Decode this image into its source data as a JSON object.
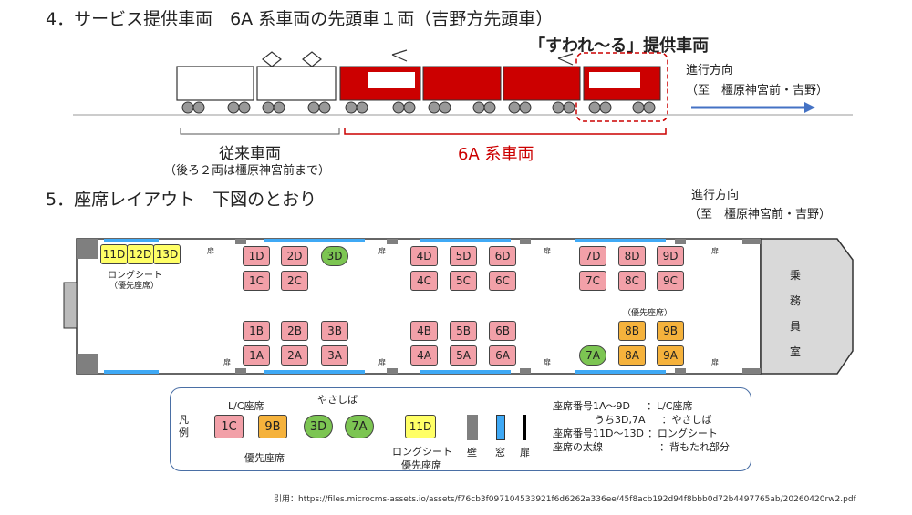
{
  "section4": {
    "title": "4．サービス提供車両　6A 系車両の先頭車１両（吉野方先頭車）",
    "highlight_label": "「すわれ～る」提供車両",
    "direction_label": "進行方向",
    "direction_dest": "（至　橿原神宮前・吉野）",
    "old_cars_label": "従来車両",
    "old_cars_note": "（後ろ２両は橿原神宮前まで）",
    "new_cars_label": "6A 系車両"
  },
  "section5": {
    "title": "5．座席レイアウト　下図のとおり",
    "direction_label": "進行方向",
    "direction_dest": "（至　橿原神宮前・吉野）",
    "long_seats": [
      "11D",
      "12D",
      "13D"
    ],
    "long_seat_label": "ロングシート",
    "long_seat_sub": "（優先座席）",
    "door_label": "扉",
    "crew_room": [
      "乗",
      "務",
      "員",
      "室"
    ],
    "priority_label": "（優先座席）",
    "seats_top_row1": [
      "1D",
      "2D",
      "3D",
      "4D",
      "5D",
      "6D",
      "7D",
      "8D",
      "9D"
    ],
    "seats_top_row2": [
      "1C",
      "2C",
      "4C",
      "5C",
      "6C",
      "7C",
      "8C",
      "9C"
    ],
    "seats_bottom_row1": [
      "1B",
      "2B",
      "3B",
      "4B",
      "5B",
      "6B",
      "8B",
      "9B"
    ],
    "seats_bottom_row2": [
      "1A",
      "2A",
      "3A",
      "4A",
      "5A",
      "6A",
      "7A",
      "8A",
      "9A"
    ]
  },
  "legend": {
    "side_label": [
      "凡",
      "例"
    ],
    "lc_label": "L/C座席",
    "lc_seat": "1C",
    "priority_seat": "9B",
    "priority_label": "優先座席",
    "gentle_label": "やさしば",
    "gentle_seats": [
      "3D",
      "7A"
    ],
    "long_seat": "11D",
    "long_label": "ロングシート",
    "long_sub": "優先座席",
    "wall_label": "壁",
    "window_label": "窓",
    "door_label": "扉",
    "notes": [
      [
        "座席番号1A～9D",
        "：L/C座席"
      ],
      [
        "うち3D,7A",
        "：やさしば"
      ],
      [
        "座席番号11D～13D",
        "：ロングシート"
      ],
      [
        "座席の太線",
        "：背もたれ部分"
      ]
    ]
  },
  "citation": "引用：https://files.microcms-assets.io/assets/f76cb3f097104533921f6d6262a336ee/45f8acb192d94f8bbb0d72b4497765ab/20260420rw2.pdf",
  "colors": {
    "train_red": "#cc0000",
    "arrow_blue": "#4472c4",
    "lc": "#f2a0a8",
    "priority": "#f5b23c",
    "gentle": "#7cc552",
    "long": "#ffff66",
    "window": "#3fa9f5"
  }
}
